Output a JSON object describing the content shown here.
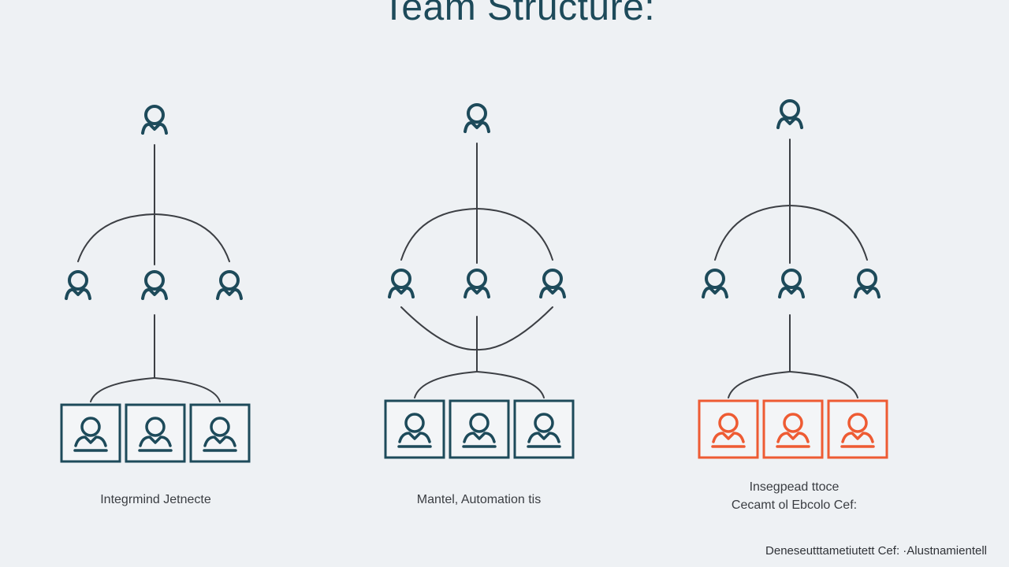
{
  "title": "Team Structure:",
  "colors": {
    "background": "#eef1f4",
    "line": "#3c3f44",
    "title": "#1d4a5a",
    "teal": "#1d4a5a",
    "orange": "#ee5b33"
  },
  "icons": {
    "person": "person-outline-icon",
    "member_card": "member-card-icon"
  },
  "structures": [
    {
      "id": "a",
      "caption_lines": [
        "Integrmind Jetnecte"
      ],
      "card_color": "#1d4a5a",
      "member_cards": 3,
      "middle_people": 3
    },
    {
      "id": "b",
      "caption_lines": [
        "Mantel, Automation tis"
      ],
      "card_color": "#1d4a5a",
      "member_cards": 3,
      "middle_people": 3
    },
    {
      "id": "c",
      "caption_lines": [
        "Insegpead ttoce",
        "Cecamt ol Ebcolo Cef:"
      ],
      "card_color": "#ee5b33",
      "member_cards": 3,
      "middle_people": 3
    }
  ],
  "footnote": "Deneseutttametiutett Cef: ·Alustnamientell"
}
